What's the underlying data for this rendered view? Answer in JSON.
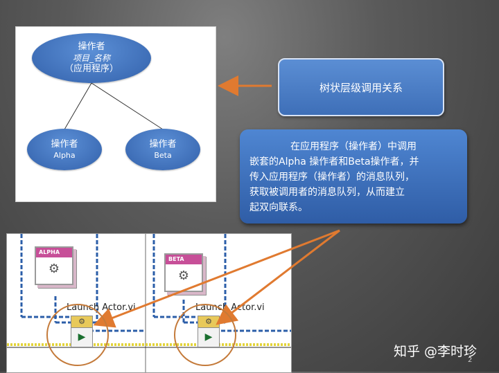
{
  "tree": {
    "root": {
      "line1": "操作者",
      "line2": "项目_名称",
      "line3": "（应用程序）"
    },
    "alpha": {
      "line1": "操作者",
      "line2": "Alpha"
    },
    "beta": {
      "line1": "操作者",
      "line2": "Beta"
    }
  },
  "hierarchy_label": "树状层级调用关系",
  "callout": {
    "line1": "在应用程序（操作者）中调用",
    "line2": "嵌套的Alpha 操作者和Beta操作者，并",
    "line3": "传入应用程序（操作者）的消息队列，",
    "line4": "获取被调用者的消息队列，从而建立",
    "line5": "起双向联系。"
  },
  "block_diagram": {
    "alpha_icon_label": "ALPHA",
    "beta_icon_label": "BETA",
    "launch_label_1": "Launch Actor.vi",
    "launch_label_2": "Launch Actor.vi"
  },
  "watermark": "知乎 @李时珍",
  "page_number": "2",
  "colors": {
    "node_fill": "#3f6fb8",
    "arrow": "#e07a30",
    "wire": "#2b5ea8",
    "vi_head": "#c74f98"
  }
}
